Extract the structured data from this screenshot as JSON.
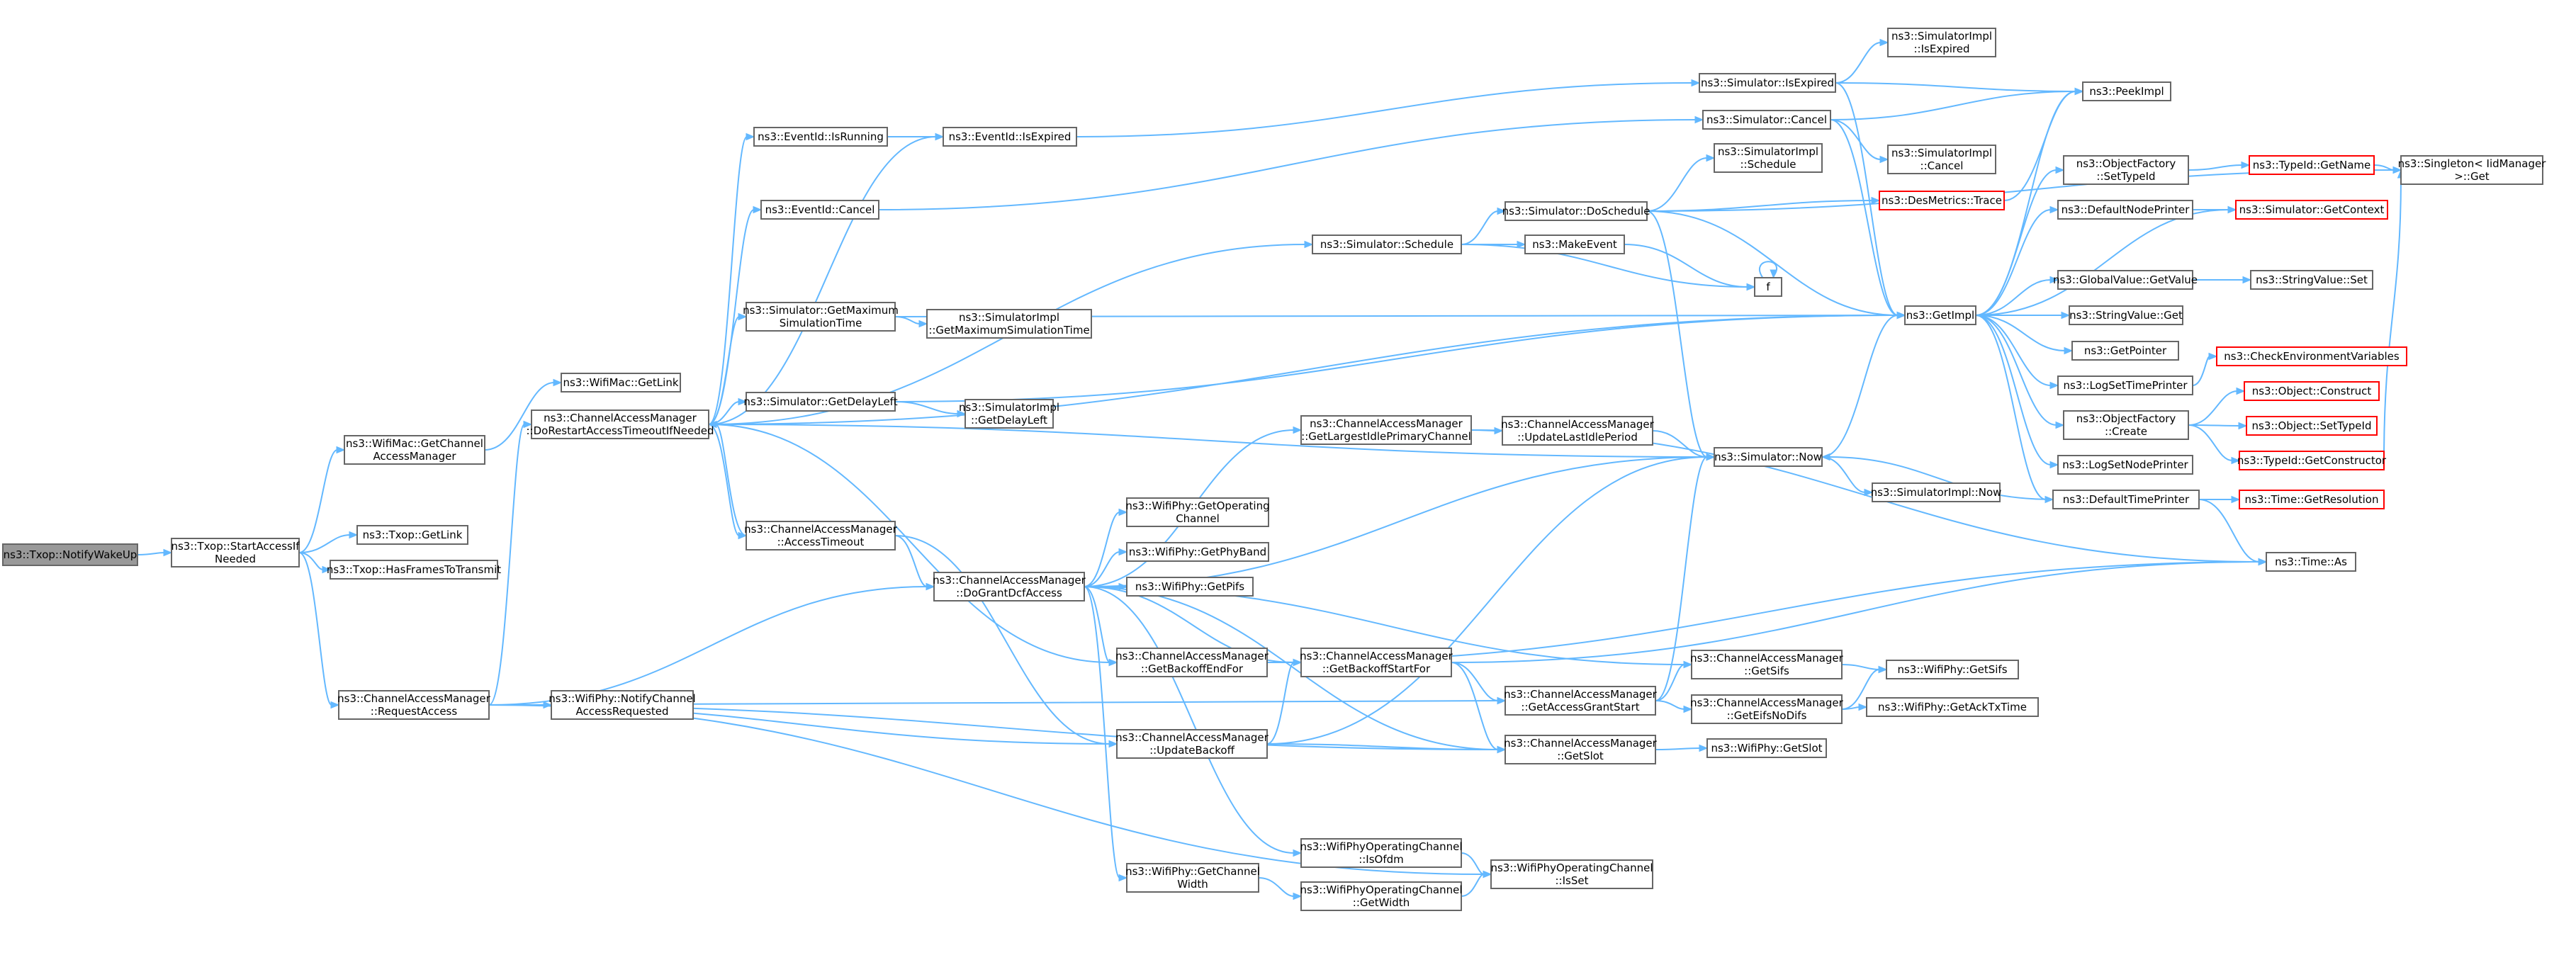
{
  "graph": {
    "title": "",
    "colors": {
      "node_fill": "#ffffff",
      "node_border": "#666666",
      "root_fill": "#999999",
      "truncated_border": "#ff0000",
      "edge": "#63b8ff",
      "text": "#000000"
    },
    "nodes": [
      {
        "id": "n_root",
        "label": [
          "ns3::Txop::NotifyWakeUp"
        ],
        "root": true
      },
      {
        "id": "n_startaccess",
        "label": [
          "ns3::Txop::StartAccessIf",
          "Needed"
        ]
      },
      {
        "id": "n_getlink_txop",
        "label": [
          "ns3::Txop::GetLink"
        ]
      },
      {
        "id": "n_hasframes",
        "label": [
          "ns3::Txop::HasFramesToTransmit"
        ]
      },
      {
        "id": "n_getcam",
        "label": [
          "ns3::WifiMac::GetChannel",
          "AccessManager"
        ]
      },
      {
        "id": "n_requestaccess",
        "label": [
          "ns3::ChannelAccessManager",
          "::RequestAccess"
        ]
      },
      {
        "id": "n_wifimac_getlink",
        "label": [
          "ns3::WifiMac::GetLink"
        ]
      },
      {
        "id": "n_dorestart",
        "label": [
          "ns3::ChannelAccessManager",
          "::DoRestartAccessTimeoutIfNeeded"
        ]
      },
      {
        "id": "n_notifychan",
        "label": [
          "ns3::WifiPhy::NotifyChannel",
          "AccessRequested"
        ]
      },
      {
        "id": "n_isrunning",
        "label": [
          "ns3::EventId::IsRunning"
        ]
      },
      {
        "id": "n_cancel_ev",
        "label": [
          "ns3::EventId::Cancel"
        ]
      },
      {
        "id": "n_getmax",
        "label": [
          "ns3::Simulator::GetMaximum",
          "SimulationTime"
        ]
      },
      {
        "id": "n_getdelay",
        "label": [
          "ns3::Simulator::GetDelayLeft"
        ]
      },
      {
        "id": "n_accesstimeout",
        "label": [
          "ns3::ChannelAccessManager",
          "::AccessTimeout"
        ]
      },
      {
        "id": "n_isexpired_ev",
        "label": [
          "ns3::EventId::IsExpired"
        ]
      },
      {
        "id": "n_impl_getmax",
        "label": [
          "ns3::SimulatorImpl",
          "::GetMaximumSimulationTime"
        ]
      },
      {
        "id": "n_impl_getdelay",
        "label": [
          "ns3::SimulatorImpl",
          "::GetDelayLeft"
        ]
      },
      {
        "id": "n_dogrant",
        "label": [
          "ns3::ChannelAccessManager",
          "::DoGrantDcfAccess"
        ]
      },
      {
        "id": "n_getoperating",
        "label": [
          "ns3::WifiPhy::GetOperating",
          "Channel"
        ]
      },
      {
        "id": "n_getphyband",
        "label": [
          "ns3::WifiPhy::GetPhyBand"
        ]
      },
      {
        "id": "n_getpifs",
        "label": [
          "ns3::WifiPhy::GetPifs"
        ]
      },
      {
        "id": "n_getbackoffend",
        "label": [
          "ns3::ChannelAccessManager",
          "::GetBackoffEndFor"
        ]
      },
      {
        "id": "n_updatebackoff",
        "label": [
          "ns3::ChannelAccessManager",
          "::UpdateBackoff"
        ]
      },
      {
        "id": "n_getchanwidth",
        "label": [
          "ns3::WifiPhy::GetChannel",
          "Width"
        ]
      },
      {
        "id": "n_schedule",
        "label": [
          "ns3::Simulator::Schedule"
        ]
      },
      {
        "id": "n_getlargest",
        "label": [
          "ns3::ChannelAccessManager",
          "::GetLargestIdlePrimaryChannel"
        ]
      },
      {
        "id": "n_getbackoffstart",
        "label": [
          "ns3::ChannelAccessManager",
          "::GetBackoffStartFor"
        ]
      },
      {
        "id": "n_isofdm",
        "label": [
          "ns3::WifiPhyOperatingChannel",
          "::IsOfdm"
        ]
      },
      {
        "id": "n_getwidth",
        "label": [
          "ns3::WifiPhyOperatingChannel",
          "::GetWidth"
        ]
      },
      {
        "id": "n_doschedule",
        "label": [
          "ns3::Simulator::DoSchedule"
        ]
      },
      {
        "id": "n_makeevent",
        "label": [
          "ns3::MakeEvent"
        ]
      },
      {
        "id": "n_updatelastidle",
        "label": [
          "ns3::ChannelAccessManager",
          "::UpdateLastIdlePeriod"
        ]
      },
      {
        "id": "n_getaccessgrant",
        "label": [
          "ns3::ChannelAccessManager",
          "::GetAccessGrantStart"
        ]
      },
      {
        "id": "n_getslot_cam",
        "label": [
          "ns3::ChannelAccessManager",
          "::GetSlot"
        ]
      },
      {
        "id": "n_isset",
        "label": [
          "ns3::WifiPhyOperatingChannel",
          "::IsSet"
        ]
      },
      {
        "id": "n_sim_isexpired",
        "label": [
          "ns3::Simulator::IsExpired"
        ]
      },
      {
        "id": "n_sim_cancel",
        "label": [
          "ns3::Simulator::Cancel"
        ]
      },
      {
        "id": "n_impl_schedule",
        "label": [
          "ns3::SimulatorImpl",
          "::Schedule"
        ]
      },
      {
        "id": "n_f",
        "label": [
          "f"
        ]
      },
      {
        "id": "n_now",
        "label": [
          "ns3::Simulator::Now"
        ]
      },
      {
        "id": "n_impl_now",
        "label": [
          "ns3::SimulatorImpl::Now"
        ]
      },
      {
        "id": "n_getsifs_cam",
        "label": [
          "ns3::ChannelAccessManager",
          "::GetSifs"
        ]
      },
      {
        "id": "n_geteifs",
        "label": [
          "ns3::ChannelAccessManager",
          "::GetEifsNoDifs"
        ]
      },
      {
        "id": "n_phy_getslot",
        "label": [
          "ns3::WifiPhy::GetSlot"
        ]
      },
      {
        "id": "n_impl_isexpired",
        "label": [
          "ns3::SimulatorImpl",
          "::IsExpired"
        ]
      },
      {
        "id": "n_impl_cancel",
        "label": [
          "ns3::SimulatorImpl",
          "::Cancel"
        ]
      },
      {
        "id": "n_desmetrics",
        "label": [
          "ns3::DesMetrics::Trace"
        ],
        "truncated": true
      },
      {
        "id": "n_getimpl",
        "label": [
          "ns3::GetImpl"
        ]
      },
      {
        "id": "n_phy_getsifs",
        "label": [
          "ns3::WifiPhy::GetSifs"
        ]
      },
      {
        "id": "n_phy_getack",
        "label": [
          "ns3::WifiPhy::GetAckTxTime"
        ]
      },
      {
        "id": "n_peekimpl",
        "label": [
          "ns3::PeekImpl"
        ]
      },
      {
        "id": "n_of_settypeid",
        "label": [
          "ns3::ObjectFactory",
          "::SetTypeId"
        ]
      },
      {
        "id": "n_defnodeprinter",
        "label": [
          "ns3::DefaultNodePrinter"
        ]
      },
      {
        "id": "n_gv_getvalue",
        "label": [
          "ns3::GlobalValue::GetValue"
        ]
      },
      {
        "id": "n_sv_get",
        "label": [
          "ns3::StringValue::Get"
        ]
      },
      {
        "id": "n_getpointer",
        "label": [
          "ns3::GetPointer"
        ]
      },
      {
        "id": "n_logsettime",
        "label": [
          "ns3::LogSetTimePrinter"
        ]
      },
      {
        "id": "n_of_create",
        "label": [
          "ns3::ObjectFactory",
          "::Create"
        ]
      },
      {
        "id": "n_logsetnode",
        "label": [
          "ns3::LogSetNodePrinter"
        ]
      },
      {
        "id": "n_deftimeprinter",
        "label": [
          "ns3::DefaultTimePrinter"
        ]
      },
      {
        "id": "n_typeid_getname",
        "label": [
          "ns3::TypeId::GetName"
        ],
        "truncated": true
      },
      {
        "id": "n_sim_getcontext",
        "label": [
          "ns3::Simulator::GetContext"
        ],
        "truncated": true
      },
      {
        "id": "n_sv_set",
        "label": [
          "ns3::StringValue::Set"
        ]
      },
      {
        "id": "n_checkenv",
        "label": [
          "ns3::CheckEnvironmentVariables"
        ],
        "truncated": true
      },
      {
        "id": "n_obj_construct",
        "label": [
          "ns3::Object::Construct"
        ],
        "truncated": true
      },
      {
        "id": "n_obj_settypeid",
        "label": [
          "ns3::Object::SetTypeId"
        ],
        "truncated": true
      },
      {
        "id": "n_typeid_getctor",
        "label": [
          "ns3::TypeId::GetConstructor"
        ],
        "truncated": true
      },
      {
        "id": "n_time_getres",
        "label": [
          "ns3::Time::GetResolution"
        ],
        "truncated": true
      },
      {
        "id": "n_time_as",
        "label": [
          "ns3::Time::As"
        ]
      },
      {
        "id": "n_singleton_get",
        "label": [
          "ns3::Singleton< IidManager",
          ">::Get"
        ]
      }
    ]
  }
}
